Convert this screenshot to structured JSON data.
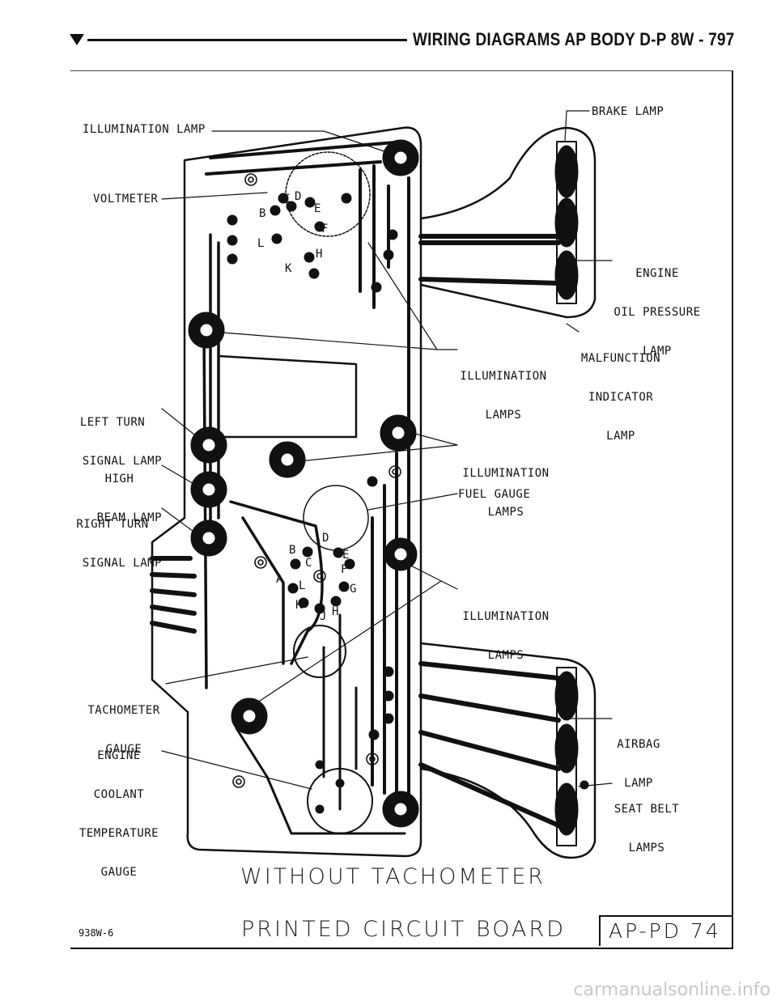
{
  "header": {
    "title": "WIRING DIAGRAMS AP BODY D-P   8W - 797"
  },
  "labels": {
    "brake_lamp": "BRAKE LAMP",
    "illumination_lamp": "ILLUMINATION LAMP",
    "voltmeter": "VOLTMETER",
    "engine_oil_pressure_lamp": [
      "ENGINE",
      "OIL PRESSURE",
      "LAMP"
    ],
    "malfunction_indicator_lamp": [
      "MALFUNCTION",
      "INDICATOR",
      "LAMP"
    ],
    "illumination_lamps_1": [
      "ILLUMINATION",
      "LAMPS"
    ],
    "left_turn_signal_lamp": [
      "LEFT TURN",
      "SIGNAL LAMP"
    ],
    "high_beam_lamp": [
      "HIGH",
      "BEAM LAMP"
    ],
    "illumination_lamps_2": [
      "ILLUMINATION",
      "LAMPS"
    ],
    "right_turn_signal_lamp": [
      "RIGHT TURN",
      "SIGNAL LAMP"
    ],
    "fuel_gauge": "FUEL GAUGE",
    "illumination_lamps_3": [
      "ILLUMINATION",
      "LAMPS"
    ],
    "tachometer_gauge": [
      "TACHOMETER",
      "GAUGE"
    ],
    "airbag_lamp": [
      "AIRBAG",
      "LAMP"
    ],
    "engine_coolant_temperature_gauge": [
      "ENGINE",
      "COOLANT",
      "TEMPERATURE",
      "GAUGE"
    ],
    "seat_belt_lamps": [
      "SEAT BELT",
      "LAMPS"
    ]
  },
  "pin_letters": {
    "top": [
      "B",
      "C",
      "D",
      "E",
      "F",
      "H",
      "K",
      "L"
    ],
    "bottom": [
      "A",
      "B",
      "C",
      "D",
      "E",
      "F",
      "G",
      "H",
      "J",
      "K",
      "L"
    ]
  },
  "captions": {
    "subtitle": "WITHOUT TACHOMETER",
    "title": "PRINTED CIRCUIT BOARD"
  },
  "footer": {
    "figure_code": "938W-6",
    "page_ref": "AP-PD 74"
  },
  "watermark": "carmanualsonline.info"
}
